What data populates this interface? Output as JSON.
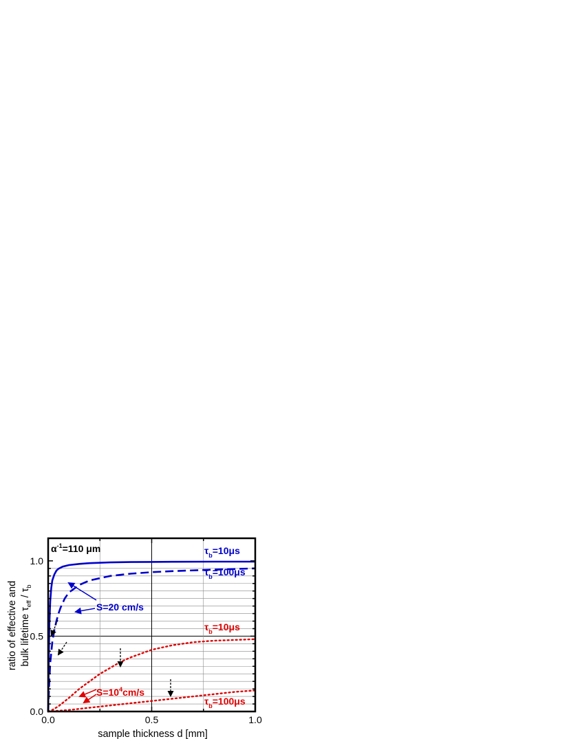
{
  "chart_data": {
    "type": "line",
    "title": "",
    "xlabel": "sample thickness d [mm]",
    "ylabel_line1": "ratio of effective and",
    "ylabel_line2_prefix": "bulk lifetime ",
    "ylabel_tau": "τ",
    "ylabel_eff_sub": "eff",
    "ylabel_sep": " / ",
    "ylabel_b_sub": "b",
    "xlim": [
      0.0,
      1.0
    ],
    "ylim": [
      0.0,
      1.15
    ],
    "xticks": [
      "0.0",
      "0.5",
      "1.0"
    ],
    "xtick_values": [
      0.0,
      0.5,
      1.0
    ],
    "yticks": [
      "0.0",
      "0.5",
      "1.0"
    ],
    "ytick_values": [
      0.0,
      0.5,
      1.0
    ],
    "grid": true,
    "colors": {
      "blue": "#0000cc",
      "red": "#e00000",
      "black": "#000000"
    },
    "series": [
      {
        "color": "blue",
        "dash": "solid",
        "x": [
          0.0,
          0.003,
          0.006,
          0.01,
          0.015,
          0.02,
          0.03,
          0.04,
          0.05,
          0.07,
          0.1,
          0.15,
          0.2,
          0.3,
          0.4,
          0.5,
          0.6,
          0.8,
          1.0
        ],
        "y": [
          0.0,
          0.35,
          0.58,
          0.73,
          0.82,
          0.87,
          0.91,
          0.935,
          0.948,
          0.962,
          0.972,
          0.98,
          0.985,
          0.99,
          0.992,
          0.993,
          0.994,
          0.995,
          0.995
        ]
      },
      {
        "color": "blue",
        "dash": "dashed",
        "x": [
          0.0,
          0.005,
          0.01,
          0.02,
          0.03,
          0.04,
          0.05,
          0.06,
          0.08,
          0.1,
          0.15,
          0.2,
          0.3,
          0.4,
          0.5,
          0.6,
          0.8,
          1.0
        ],
        "y": [
          0.0,
          0.18,
          0.32,
          0.46,
          0.54,
          0.6,
          0.65,
          0.69,
          0.75,
          0.79,
          0.84,
          0.87,
          0.9,
          0.915,
          0.925,
          0.932,
          0.942,
          0.95
        ]
      },
      {
        "color": "red",
        "dash": "dotted",
        "x": [
          0.0,
          0.02,
          0.05,
          0.1,
          0.15,
          0.2,
          0.25,
          0.3,
          0.35,
          0.4,
          0.5,
          0.6,
          0.7,
          0.8,
          0.9,
          1.0
        ],
        "y": [
          0.0,
          0.01,
          0.035,
          0.09,
          0.15,
          0.2,
          0.25,
          0.29,
          0.33,
          0.36,
          0.41,
          0.44,
          0.46,
          0.47,
          0.475,
          0.48
        ]
      },
      {
        "color": "red",
        "dash": "dotted",
        "x": [
          0.0,
          0.1,
          0.2,
          0.3,
          0.4,
          0.5,
          0.6,
          0.7,
          0.8,
          0.9,
          1.0
        ],
        "y": [
          0.0,
          0.01,
          0.025,
          0.04,
          0.055,
          0.07,
          0.085,
          0.1,
          0.115,
          0.13,
          0.14
        ]
      }
    ],
    "annotations": {
      "alpha_label": {
        "prefix": "α",
        "sup": "-1",
        "suffix": "=110 μm"
      },
      "blue_tau_10": {
        "tau": "τ",
        "sub": "b",
        "value": "=10μs"
      },
      "blue_tau_100": {
        "tau": "τ",
        "sub": "b",
        "value": "=100μs"
      },
      "red_tau_10": {
        "tau": "τ",
        "sub": "b",
        "value": "=10μs"
      },
      "red_tau_100": {
        "tau": "τ",
        "sub": "b",
        "value": "=100μs"
      },
      "s_blue": "S=20 cm/s",
      "s_red": {
        "prefix": "S=10",
        "sup": "4",
        "suffix": "cm/s"
      }
    }
  }
}
